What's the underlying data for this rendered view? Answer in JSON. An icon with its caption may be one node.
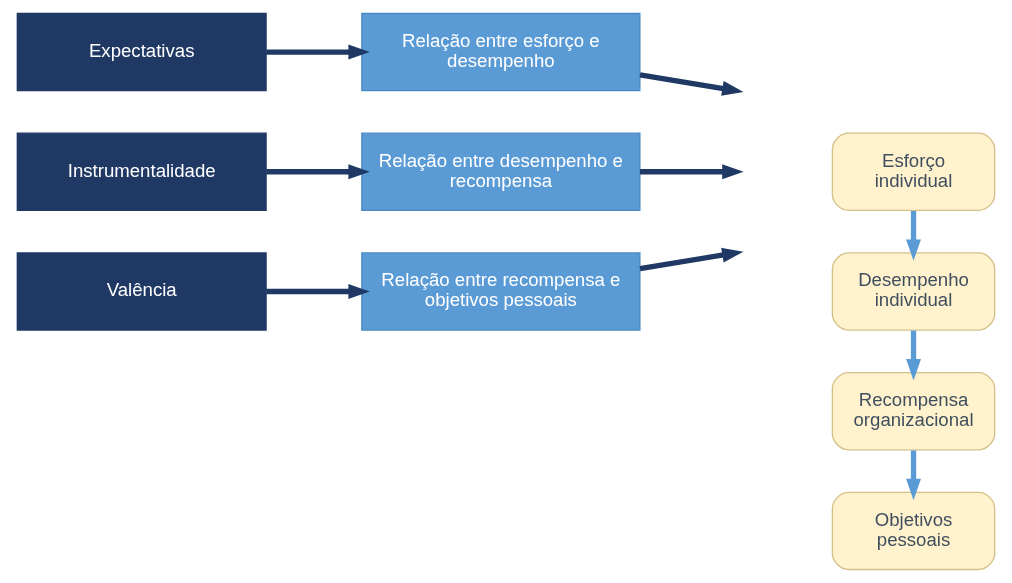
{
  "diagram": {
    "nodes": [
      {
        "text": [
          "Expectativas"
        ]
      },
      {
        "text": [
          "Relação entre esforço e desempenho"
        ]
      },
      {
        "text": [
          "Instrumentalidade"
        ]
      },
      {
        "text": [
          "Relação entre desempenho e recompensa"
        ]
      },
      {
        "text": [
          "Valência"
        ]
      },
      {
        "text": [
          "Relação entre recompensa e objetivos pessoais"
        ]
      },
      {
        "text": [
          "Esforço individual"
        ]
      },
      {
        "text": [
          "Desempenho individual"
        ]
      },
      {
        "text": [
          "Recompensa organizacional"
        ]
      },
      {
        "text": [
          "Objetivos pessoais"
        ]
      }
    ],
    "edges": [
      {
        "from": 0,
        "to": 1,
        "arrow": "to"
      },
      {
        "from": 1,
        "to": null,
        "arrow": "to"
      },
      {
        "from": 2,
        "to": 3,
        "arrow": "to"
      },
      {
        "from": 3,
        "to": null,
        "arrow": "to"
      },
      {
        "from": 4,
        "to": 5,
        "arrow": "to"
      },
      {
        "from": 5,
        "to": null,
        "arrow": "to"
      },
      {
        "from": 6,
        "to": 7,
        "arrow": "to",
        "color": "#5b9bd5"
      },
      {
        "from": 7,
        "to": 8,
        "arrow": "to",
        "color": "#5b9bd5"
      },
      {
        "from": 8,
        "to": 9,
        "arrow": "to",
        "color": "#5b9bd5"
      }
    ]
  }
}
